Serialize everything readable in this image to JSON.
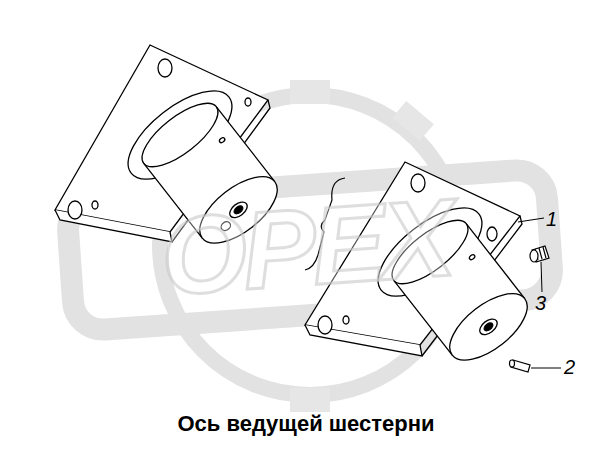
{
  "diagram": {
    "caption": "Ось ведущей шестерни",
    "labels": [
      "1",
      "3",
      "2",
      "OPEX"
    ]
  }
}
